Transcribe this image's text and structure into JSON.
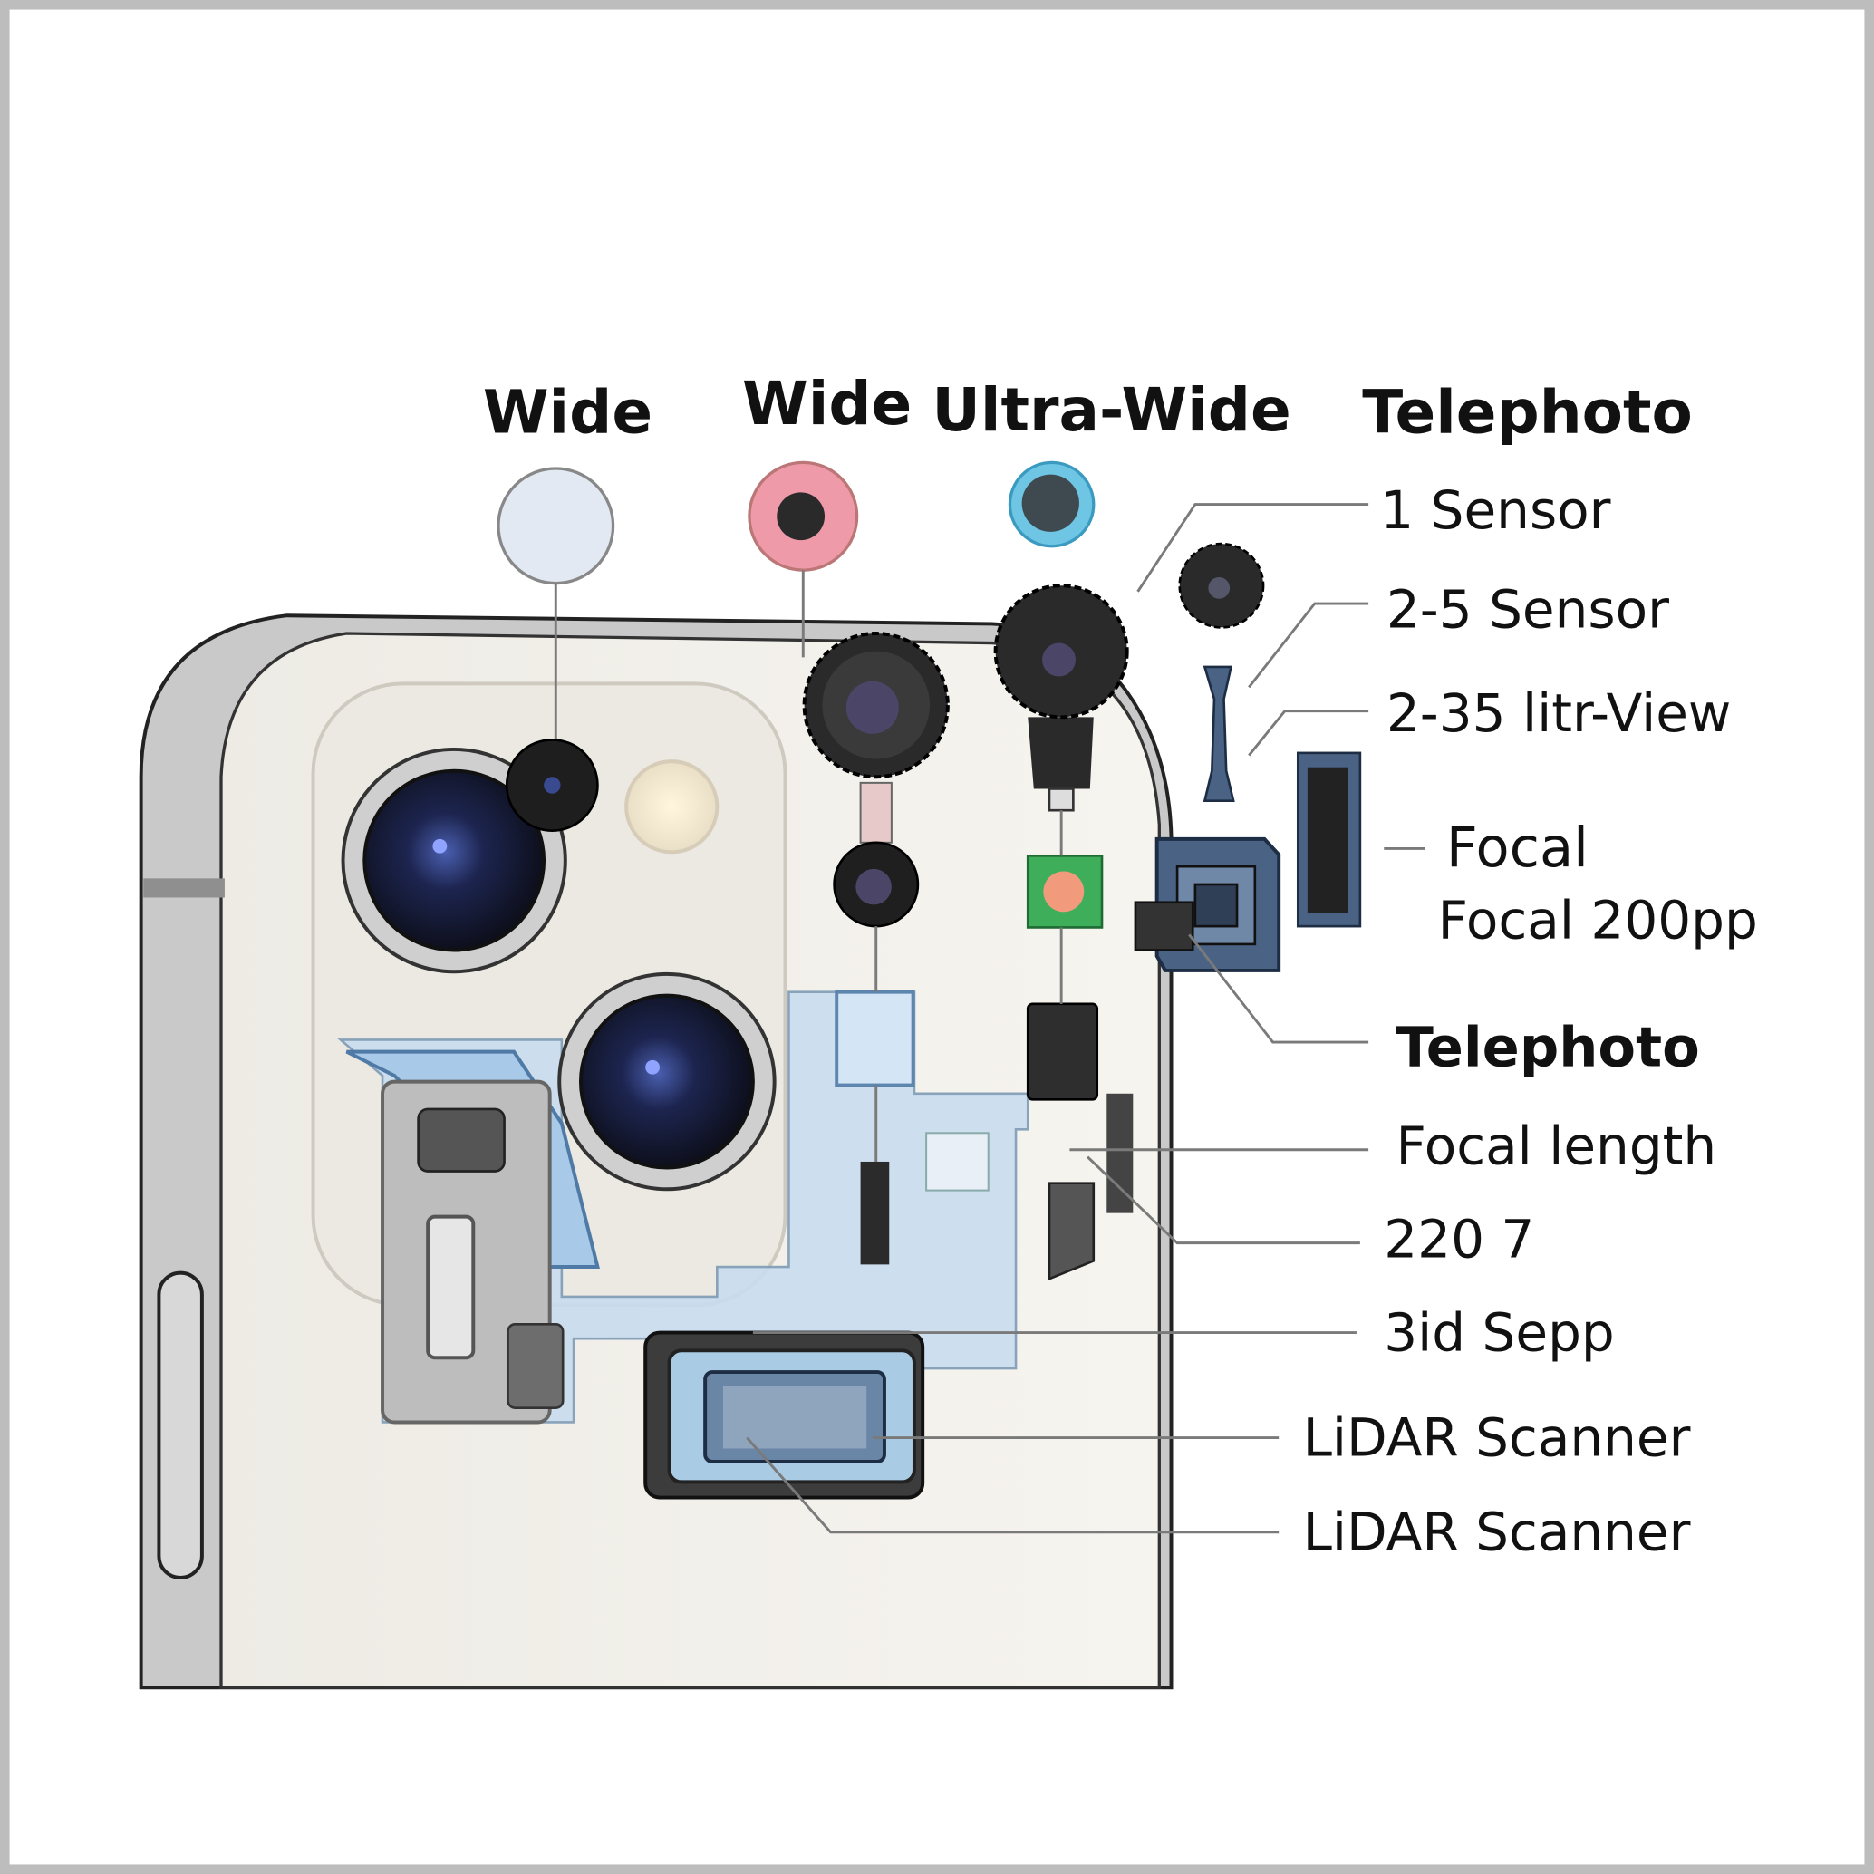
{
  "diagram": {
    "top_labels": [
      "Wide",
      "Wide",
      "Ultra-Wide",
      "Telephoto"
    ],
    "side_labels": [
      "1 Sensor",
      "2-5 Sensor",
      "2-35 litr-View",
      "Focal",
      "Focal 200pp",
      "Telephoto",
      "Focal length",
      "220 7",
      "3id Sepp",
      "LiDAR Scanner",
      "LiDAR Scanner"
    ],
    "colors": {
      "wide_filter_1": "#e3e9f3",
      "wide_filter_2": "#ee9aa8",
      "ultra_wide_ring": "#6fc6e4",
      "flex_board": "#b9d6ee",
      "phone_body": "#f1eee8",
      "sensor_green": "#3fae5a",
      "sensor_dot": "#f29a7c",
      "module_blue": "#4a6385"
    }
  }
}
